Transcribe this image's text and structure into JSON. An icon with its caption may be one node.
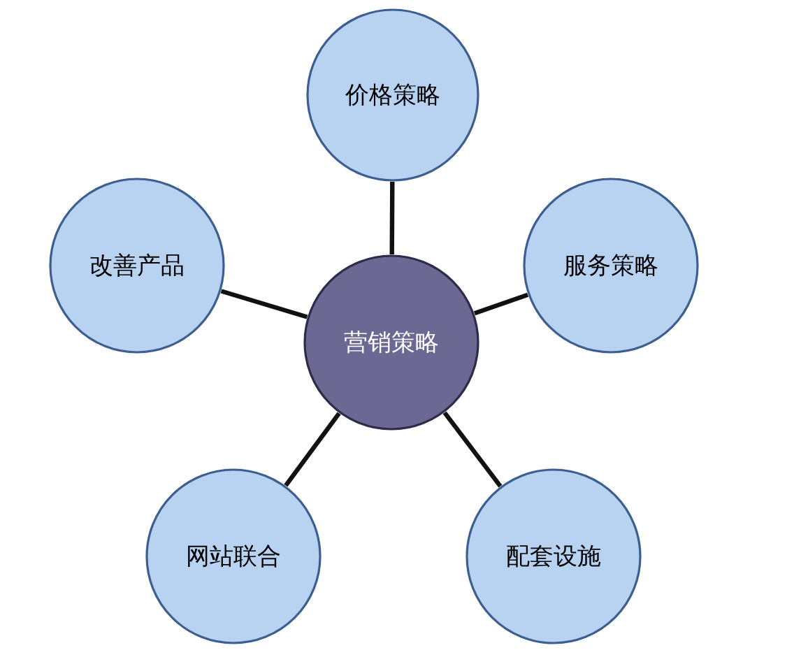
{
  "diagram": {
    "nodes": [
      {
        "text": [
          "价格策略"
        ]
      },
      {
        "text": [
          "改善产品"
        ]
      },
      {
        "text": [
          "服务策略"
        ]
      },
      {
        "text": [
          "营销策略"
        ]
      },
      {
        "text": [
          "网站联合"
        ]
      },
      {
        "text": [
          "配套设施"
        ]
      }
    ],
    "edges": [
      {
        "from": 3,
        "to": 0,
        "arrow": "none"
      },
      {
        "from": 3,
        "to": 1,
        "arrow": "none"
      },
      {
        "from": 3,
        "to": 2,
        "arrow": "none"
      },
      {
        "from": 3,
        "to": 4,
        "arrow": "none"
      },
      {
        "from": 3,
        "to": 5,
        "arrow": "none"
      }
    ]
  }
}
